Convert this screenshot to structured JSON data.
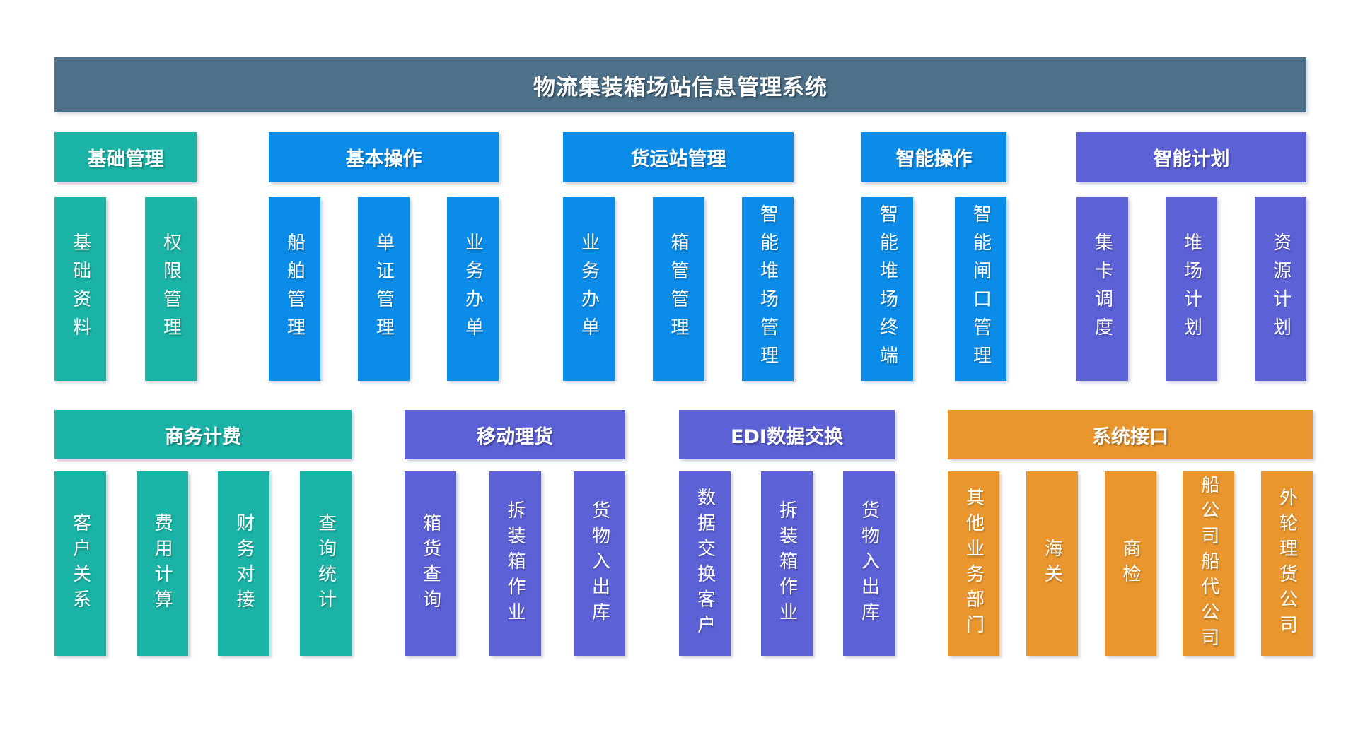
{
  "title": "物流集装箱场站信息管理系统",
  "colors": {
    "banner": "#4e7189",
    "teal": "#1ab3a5",
    "blue": "#0b8ce8",
    "purple": "#5c61d6",
    "orange": "#e8962d"
  },
  "rows": [
    {
      "groups": [
        {
          "name": "基础管理",
          "color": "teal",
          "items": [
            "基础资料",
            "权限管理"
          ]
        },
        {
          "name": "基本操作",
          "color": "blue",
          "items": [
            "船舶管理",
            "单证管理",
            "业务办单"
          ]
        },
        {
          "name": "货运站管理",
          "color": "blue",
          "items": [
            "业务办单",
            "箱管管理",
            "智能堆场管理"
          ]
        },
        {
          "name": "智能操作",
          "color": "blue",
          "items": [
            "智能堆场终端",
            "智能闸口管理"
          ]
        },
        {
          "name": "智能计划",
          "color": "purple",
          "items": [
            "集卡调度",
            "堆场计划",
            "资源计划"
          ]
        }
      ]
    },
    {
      "groups": [
        {
          "name": "商务计费",
          "color": "teal",
          "items": [
            "客户关系",
            "费用计算",
            "财务对接",
            "查询统计"
          ]
        },
        {
          "name": "移动理货",
          "color": "purple",
          "items": [
            "箱货查询",
            "拆装箱作业",
            "货物入出库"
          ]
        },
        {
          "name": "EDI数据交换",
          "color": "purple",
          "items": [
            "数据交换客户",
            "拆装箱作业",
            "货物入出库"
          ]
        },
        {
          "name": "系统接口",
          "color": "orange",
          "items": [
            "其他业务部门",
            "海关",
            "商检",
            "船公司船代公司",
            "外轮理货公司"
          ]
        }
      ]
    }
  ]
}
